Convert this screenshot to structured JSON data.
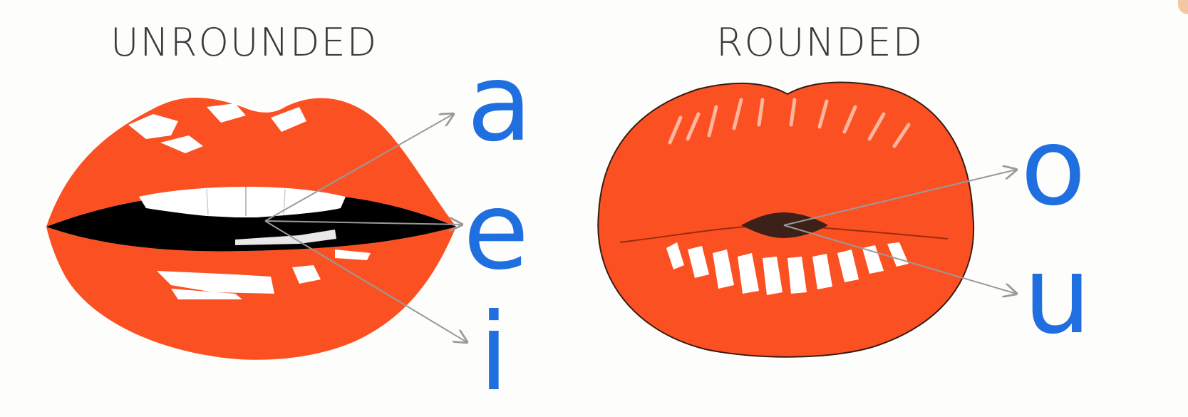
{
  "headings": {
    "unrounded": "UNROUNDED",
    "rounded": "ROUNDED"
  },
  "vowels": {
    "unrounded": [
      "a",
      "e",
      "i"
    ],
    "rounded": [
      "o",
      "u"
    ]
  },
  "colors": {
    "lips": "#fb5122",
    "vowel_text": "#1f6fe0",
    "heading_text": "#3a3a3a",
    "arrow": "#9a9a9a",
    "background": "#fdfdfb"
  },
  "icons": [
    "unrounded-lips-icon",
    "rounded-lips-icon"
  ]
}
